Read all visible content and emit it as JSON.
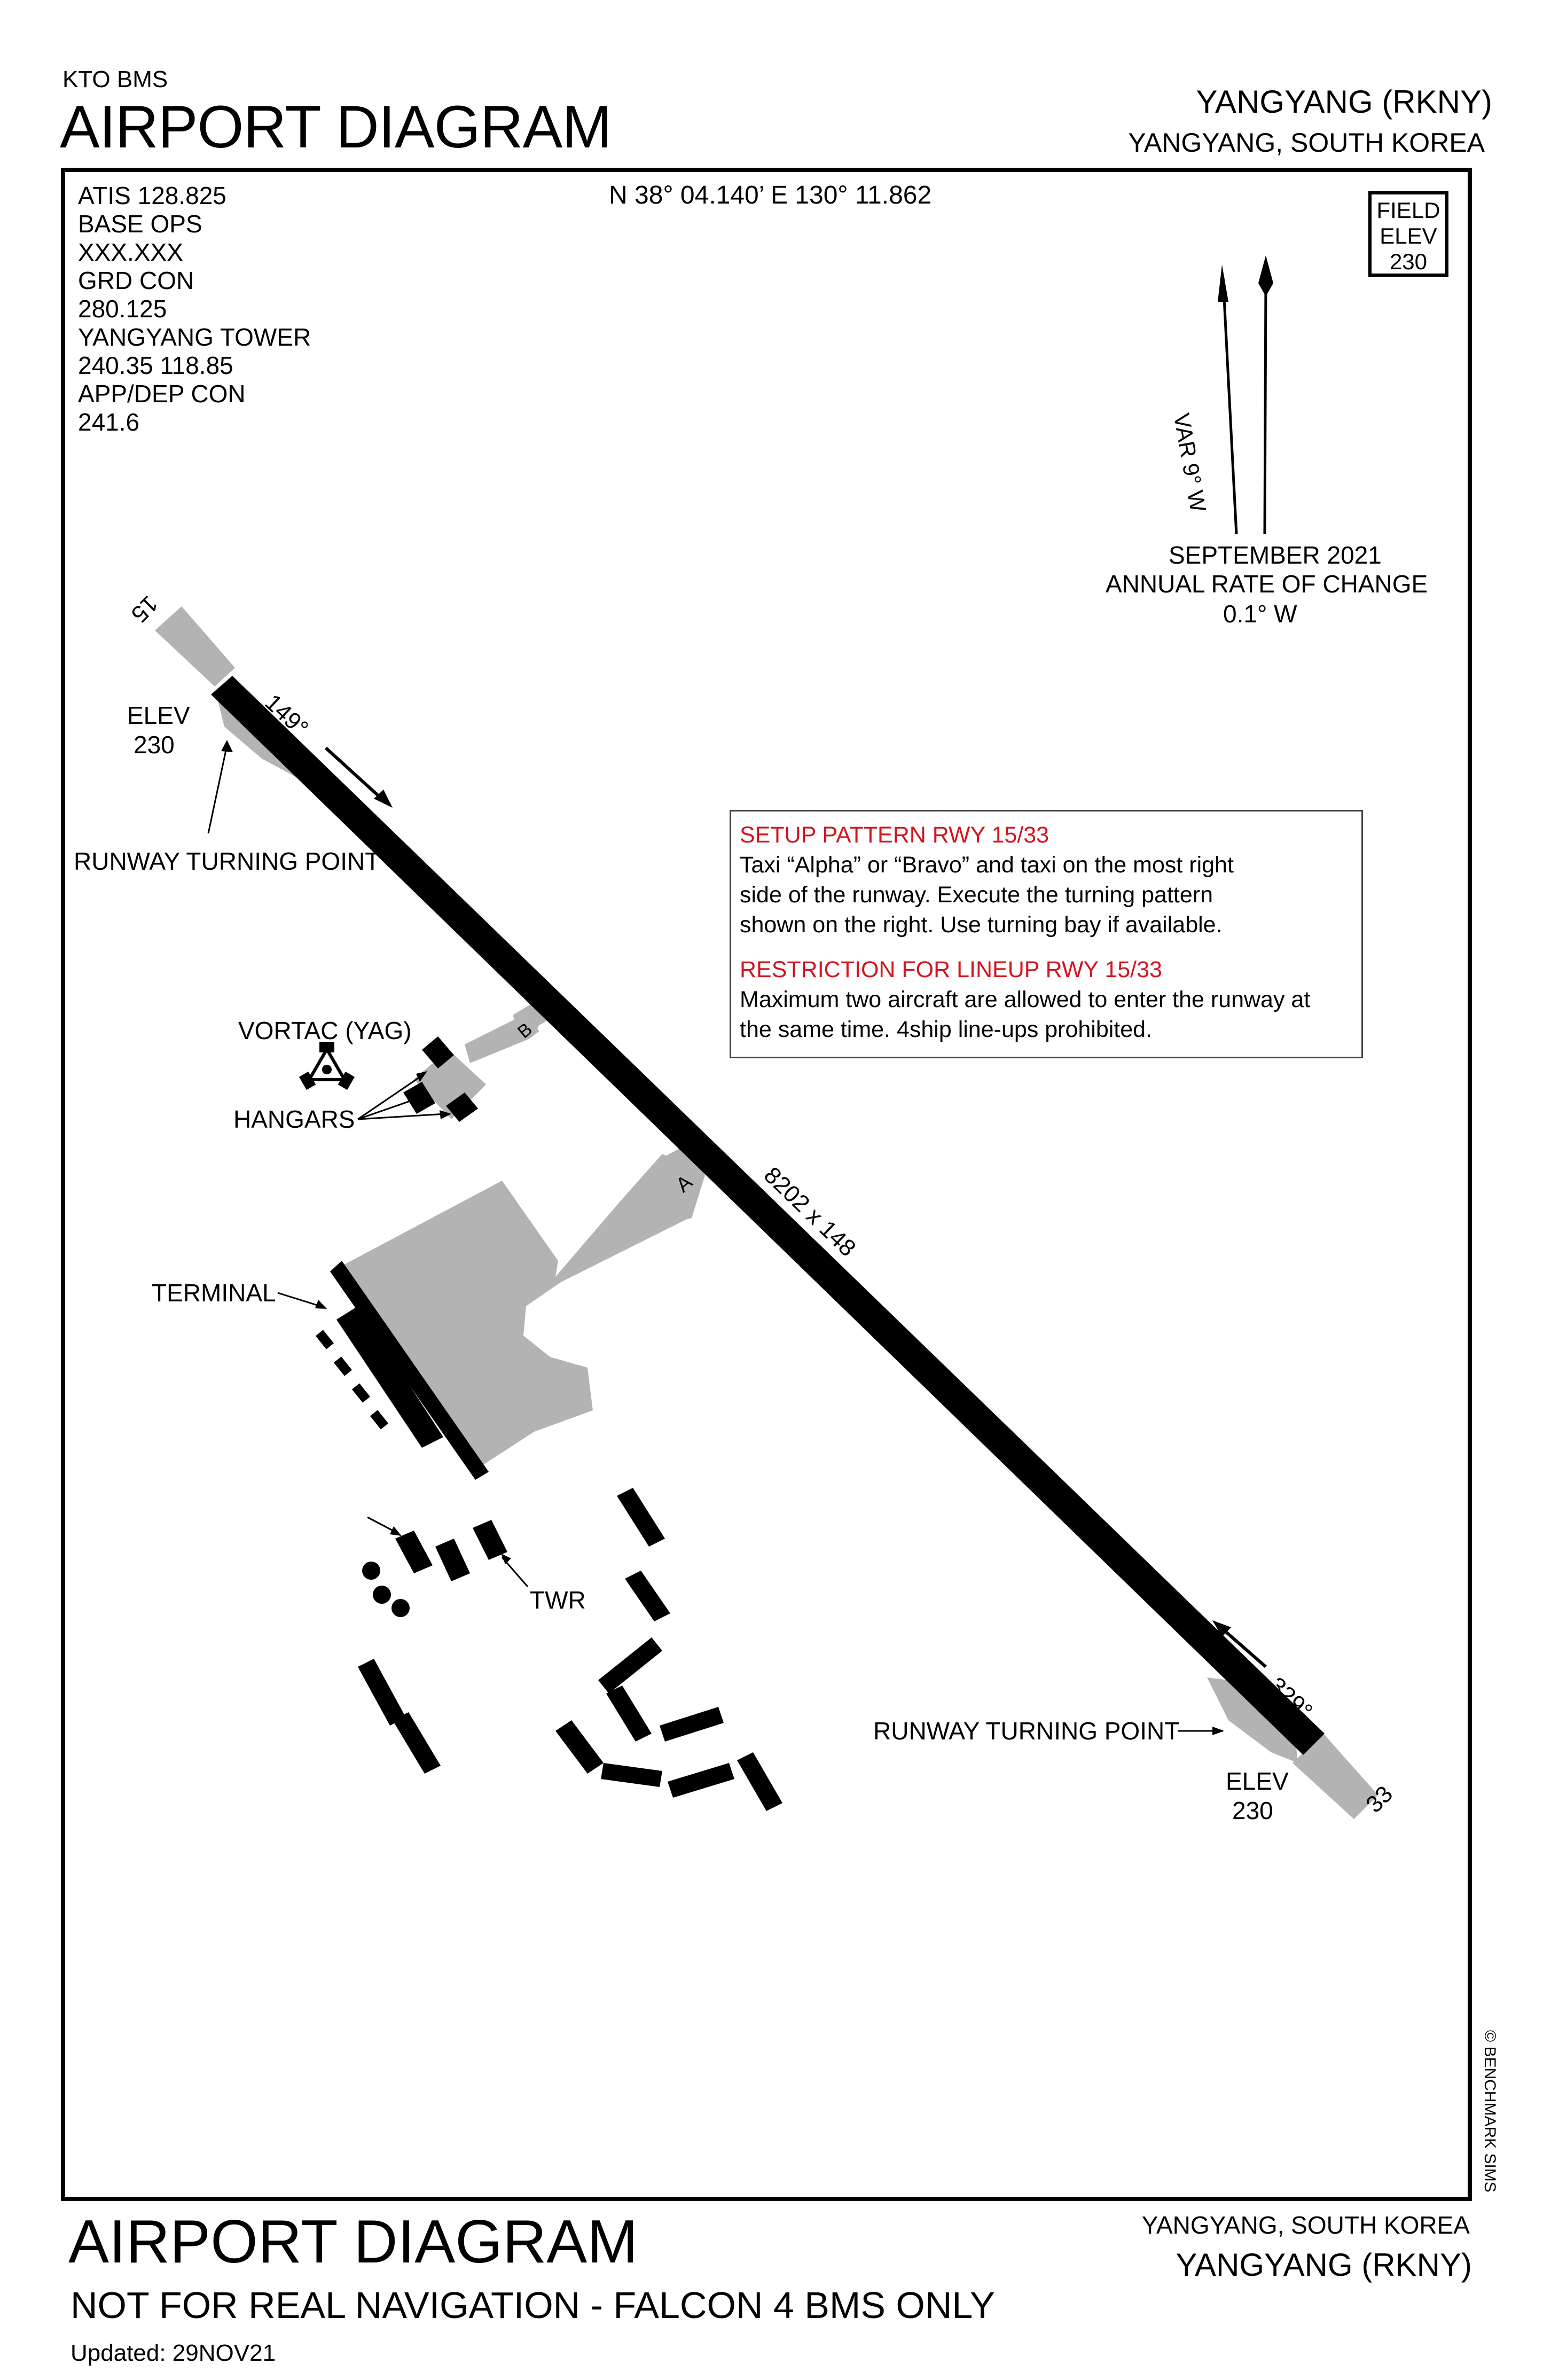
{
  "header": {
    "source": "KTO BMS",
    "title": "AIRPORT DIAGRAM",
    "airport": "YANGYANG (RKNY)",
    "location": "YANGYANG, SOUTH KOREA"
  },
  "frequencies": {
    "atis": "ATIS   128.825",
    "base_ops": "BASE OPS",
    "base_ops_freq": "XXX.XXX",
    "grd_con": "GRD CON",
    "grd_con_freq": "280.125",
    "tower": "YANGYANG TOWER",
    "tower_freq": "240.35   118.85",
    "app_dep": "APP/DEP CON",
    "app_dep_freq": "241.6"
  },
  "coordinates": "N 38° 04.140’ E 130° 11.862",
  "field_elev": {
    "line1": "FIELD",
    "line2": "ELEV",
    "value": "230"
  },
  "magnetic": {
    "variation": "VAR 9° W",
    "date": "SEPTEMBER 2021",
    "rate_label": "ANNUAL RATE OF CHANGE",
    "rate": "0.1° W"
  },
  "runway": {
    "end_north": "15",
    "end_south": "33",
    "heading_north": "149°",
    "heading_south": "329°",
    "dimensions": "8202 x 148",
    "elev_north_label": "ELEV",
    "elev_north": "230",
    "elev_south_label": "ELEV",
    "elev_south": "230",
    "turning_point_north": "RUNWAY TURNING POINT",
    "turning_point_south": "RUNWAY TURNING POINT"
  },
  "taxiways": {
    "alpha": "A",
    "bravo": "B"
  },
  "labels": {
    "vortac": "VORTAC (YAG)",
    "hangars": "HANGARS",
    "terminal": "TERMINAL",
    "tower": "TWR"
  },
  "notice": {
    "setup_title": "SETUP PATTERN RWY 15/33",
    "setup_text": "Taxi “Alpha” or “Bravo” and taxi on the most right side of the runway. Execute the turning pattern shown on the right. Use turning bay if available.",
    "restriction_title": "RESTRICTION FOR LINEUP RWY 15/33",
    "restriction_text": "Maximum two aircraft are allowed to enter the runway at the same time. 4ship line-ups prohibited."
  },
  "footer": {
    "title": "AIRPORT DIAGRAM",
    "subtitle": "NOT FOR REAL NAVIGATION - FALCON 4 BMS ONLY",
    "updated": "Updated: 29NOV21",
    "location": "YANGYANG, SOUTH KOREA",
    "airport": "YANGYANG (RKNY)",
    "copyright": "© BENCHMARK SIMS"
  },
  "colors": {
    "runway": "#000000",
    "pavement": "#b3b3b3",
    "notice_red": "#d3141f"
  }
}
